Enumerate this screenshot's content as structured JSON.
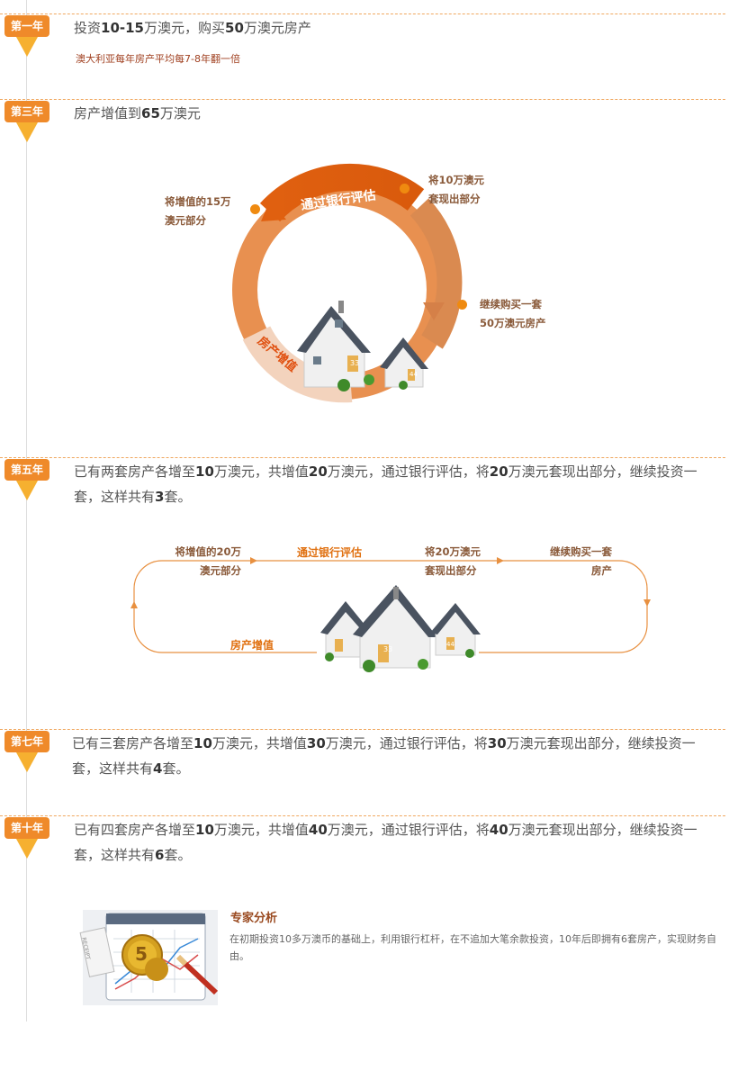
{
  "sections": [
    {
      "badge": "第一年",
      "text_parts": [
        "投资",
        "10-15",
        "万澳元，购买",
        "50",
        "万澳元房产"
      ],
      "sub": "澳大利亚每年房产平均每7-8年翻一倍"
    },
    {
      "badge": "第三年",
      "text_parts": [
        "房产增值到",
        "65",
        "万澳元"
      ]
    },
    {
      "badge": "第五年",
      "text_parts": [
        "已有两套房产各增至",
        "10",
        "万澳元，共增值",
        "20",
        "万澳元，通过银行评估，将",
        "20",
        "万澳元套现出部分，继续投资一套，这样共有",
        "3",
        "套。"
      ]
    },
    {
      "badge": "第七年",
      "text_parts": [
        "已有三套房产各增至",
        "10",
        "万澳元，共增值",
        "30",
        "万澳元，通过银行评估，将",
        "30",
        "万澳元套现出部分，继续投资一套，这样共有",
        "4",
        "套。"
      ]
    },
    {
      "badge": "第十年",
      "text_parts": [
        "已有四套房产各增至",
        "10",
        "万澳元，共增值",
        "40",
        "万澳元，通过银行评估，将",
        "40",
        "万澳元套现出部分，继续投资一套，这样共有",
        "6",
        "套。"
      ]
    }
  ],
  "cycle1": {
    "top_arc": "通过银行评估",
    "bottom_arc": "房产增值",
    "left_label": [
      "将增值的15万",
      "澳元部分"
    ],
    "right_top_label": [
      "将10万澳元",
      "套现出部分"
    ],
    "right_label": [
      "继续购买一套",
      "50万澳元房产"
    ],
    "house_numbers": [
      "33",
      "44"
    ]
  },
  "cycle2": {
    "l1": [
      "将增值的20万",
      "澳元部分"
    ],
    "l2": "通过银行评估",
    "l3": [
      "将20万澳元",
      "套现出部分"
    ],
    "l4": [
      "继续购买一套",
      "房产"
    ],
    "l5": "房产增值",
    "house_numbers": [
      "33",
      "44"
    ]
  },
  "expert": {
    "title": "专家分析",
    "body": "在初期投资10多万澳币的基础上，利用银行杠杆，在不追加大笔余款投资，10年后即拥有6套房产，实现财务自由。",
    "receipt": "RECEIPT",
    "coin": "5"
  },
  "colors": {
    "accent": "#ef8a2a",
    "badge_tip": "#f6b030",
    "dash": "#f0a860"
  }
}
